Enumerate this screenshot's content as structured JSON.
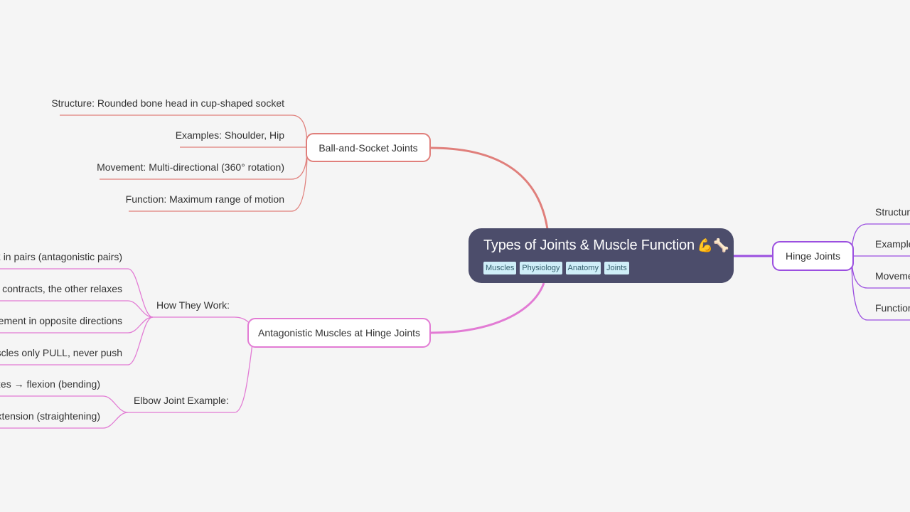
{
  "central": {
    "title": "Types of Joints & Muscle Function",
    "emoji": "💪🦴",
    "tags": [
      "Muscles",
      "Physiology",
      "Anatomy",
      "Joints"
    ]
  },
  "ball_socket": {
    "label": "Ball-and-Socket Joints",
    "items": [
      "Structure: Rounded bone head in cup-shaped socket",
      "Examples: Shoulder, Hip",
      "Movement: Multi-directional (360° rotation)",
      "Function: Maximum range of motion"
    ]
  },
  "hinge": {
    "label": "Hinge Joints",
    "items": [
      "Structur",
      "Example",
      "Moveme",
      "Functior"
    ]
  },
  "antagonistic": {
    "label": "Antagonistic Muscles at Hinge Joints",
    "how": {
      "label": "How They Work:",
      "items": [
        "rk in pairs (antagonistic pairs)",
        "e contracts, the other relaxes",
        "vement in opposite directions",
        "uscles only PULL, never push"
      ]
    },
    "elbow": {
      "label": "Elbow Joint Example:",
      "items": [
        "axes → flexion (bending)",
        "xtension (straightening)"
      ]
    }
  },
  "colors": {
    "background": "#f5f5f5",
    "central": "#4c4d6b",
    "ball_socket_branch": "#e07f7b",
    "antagonistic_branch": "#e27bd4",
    "hinge_branch": "#9b4fe0",
    "tag_background": "#cfeef8"
  }
}
